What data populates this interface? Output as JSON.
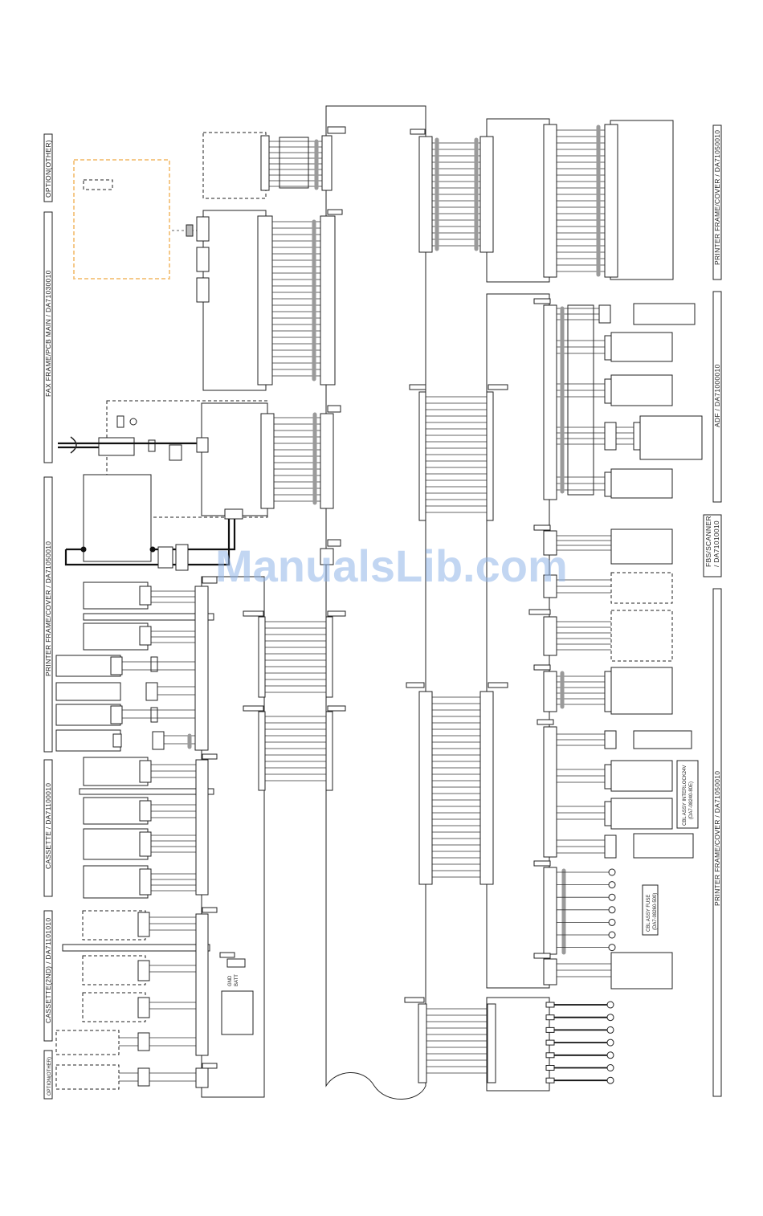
{
  "labels": {
    "option_other_top": "OPTION(OTHER)",
    "fax_frame": "FAX FRAME/PCB MAIN / DA71030010",
    "printer_frame_left": "PRINTER FRAME/COVER / DA71050010",
    "cassette": "CASSETTE / DA71100010",
    "cassette_2nd": "CASSETTE(2ND) / DA71101010",
    "option_other_bottom": "OPTION(OTHER)",
    "printer_frame_right_top": "PRINTER FRAME/COVER / DA71050010",
    "adf": "ADF / DA71000010",
    "fbs_scanner_1": "FBS/SCANNER",
    "fbs_scanner_2": "/ DA71010010",
    "printer_frame_right_bottom": "PRINTER FRAME/COVER / DA71050010",
    "interlock_1": "CBL ASSY INTERLOCK24V",
    "interlock_2": "(DA7-08240-80E)",
    "fuse_1": "CBL ASSY FUSE",
    "fuse_2": "(DA7-08260-500)",
    "gnd": "GND",
    "batt": "BATT"
  },
  "watermark": "ManualsLib.com",
  "colors": {
    "bundle": "#9a9a9a",
    "option_outline": "#f5c98a",
    "watermark": "#8fb4e8"
  }
}
